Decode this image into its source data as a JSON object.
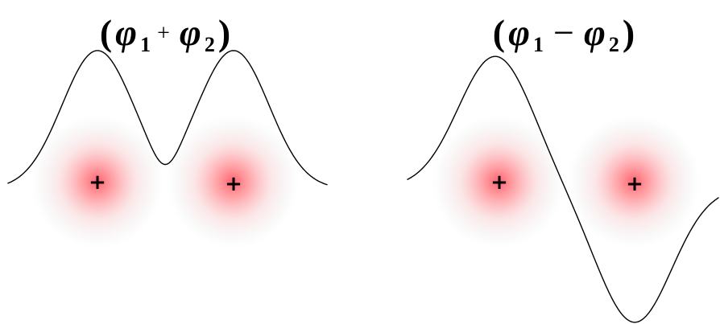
{
  "bonding": {
    "open_paren": "(",
    "phi1_symbol": "φ",
    "phi1_subscript": "1",
    "operator": "+",
    "phi2_symbol": "φ",
    "phi2_subscript": "2",
    "close_paren": ")",
    "nucleus_1_label": "+",
    "nucleus_2_label": "+"
  },
  "antibonding": {
    "open_paren": "(",
    "phi1_symbol": "φ",
    "phi1_subscript": "1",
    "operator": "−",
    "phi2_symbol": "φ",
    "phi2_subscript": "2",
    "close_paren": ")",
    "nucleus_1_label": "+",
    "nucleus_2_label": "+"
  },
  "colors": {
    "orbital_center": "#ff5a64",
    "orbital_edge": "#f4f4f4",
    "wave_stroke": "#000000",
    "background": "#ffffff"
  }
}
